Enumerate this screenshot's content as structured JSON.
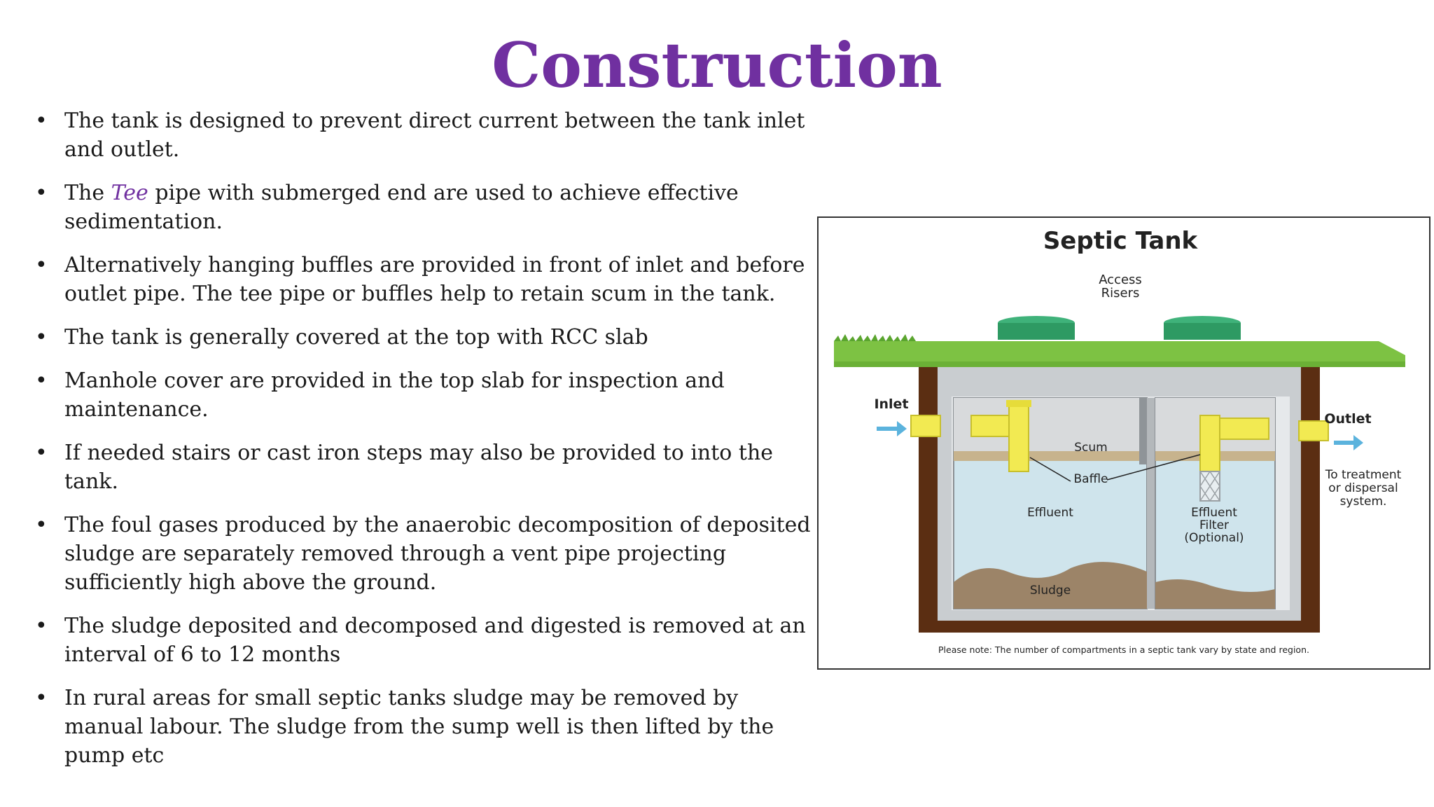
{
  "slide": {
    "title": "Construction",
    "bullets": [
      {
        "pre": "The tank is designed to prevent direct current between the tank inlet and outlet.",
        "em": "",
        "post": ""
      },
      {
        "pre": "The ",
        "em": "Tee",
        "post": " pipe with submerged end are used to achieve effective sedimentation."
      },
      {
        "pre": "Alternatively hanging buffles are provided in front of inlet and before outlet pipe. The tee pipe or buffles help to retain scum in the tank.",
        "em": "",
        "post": ""
      },
      {
        "pre": "The tank is generally covered at the top with RCC slab",
        "em": "",
        "post": ""
      },
      {
        "pre": "Manhole cover are provided in the top slab for inspection and maintenance.",
        "em": "",
        "post": ""
      },
      {
        "pre": "If needed stairs or cast iron steps may also be provided to into the tank.",
        "em": "",
        "post": ""
      },
      {
        "pre": "The foul gases produced by the anaerobic decomposition of deposited sludge are separately removed through a vent pipe projecting sufficiently high above the ground.",
        "em": "",
        "post": ""
      },
      {
        "pre": "The sludge deposited and decomposed and digested is removed at an interval of 6 to 12 months",
        "em": "",
        "post": ""
      },
      {
        "pre": "In rural areas for small septic tanks sludge may be removed by manual labour. The sludge from the sump well is then lifted by the pump etc",
        "em": "",
        "post": ""
      }
    ],
    "bullet_glyph": "•",
    "accent_color": "#7030a0"
  },
  "figure": {
    "title": "Septic Tank",
    "labels": {
      "access_1": "Access",
      "access_2": "Risers",
      "inlet": "Inlet",
      "outlet": "Outlet",
      "dispersal_1": "To treatment",
      "dispersal_2": "or dispersal",
      "dispersal_3": "system.",
      "scum": "Scum",
      "baffle": "Baffle",
      "effluent": "Effluent",
      "filter_1": "Effluent",
      "filter_2": "Filter",
      "filter_3": "(Optional)",
      "sludge": "Sludge",
      "note": "Please note: The number of compartments in a septic tank vary by state and region."
    },
    "colors": {
      "grass": "#7dc243",
      "soil": "#5b2e12",
      "tank": "#c9cdd0",
      "water": "#cfe4ec",
      "sludge": "#9c8468",
      "pipe": "#f2ea52",
      "riser": "#2e9a63",
      "arrow": "#5bb3dd"
    }
  }
}
